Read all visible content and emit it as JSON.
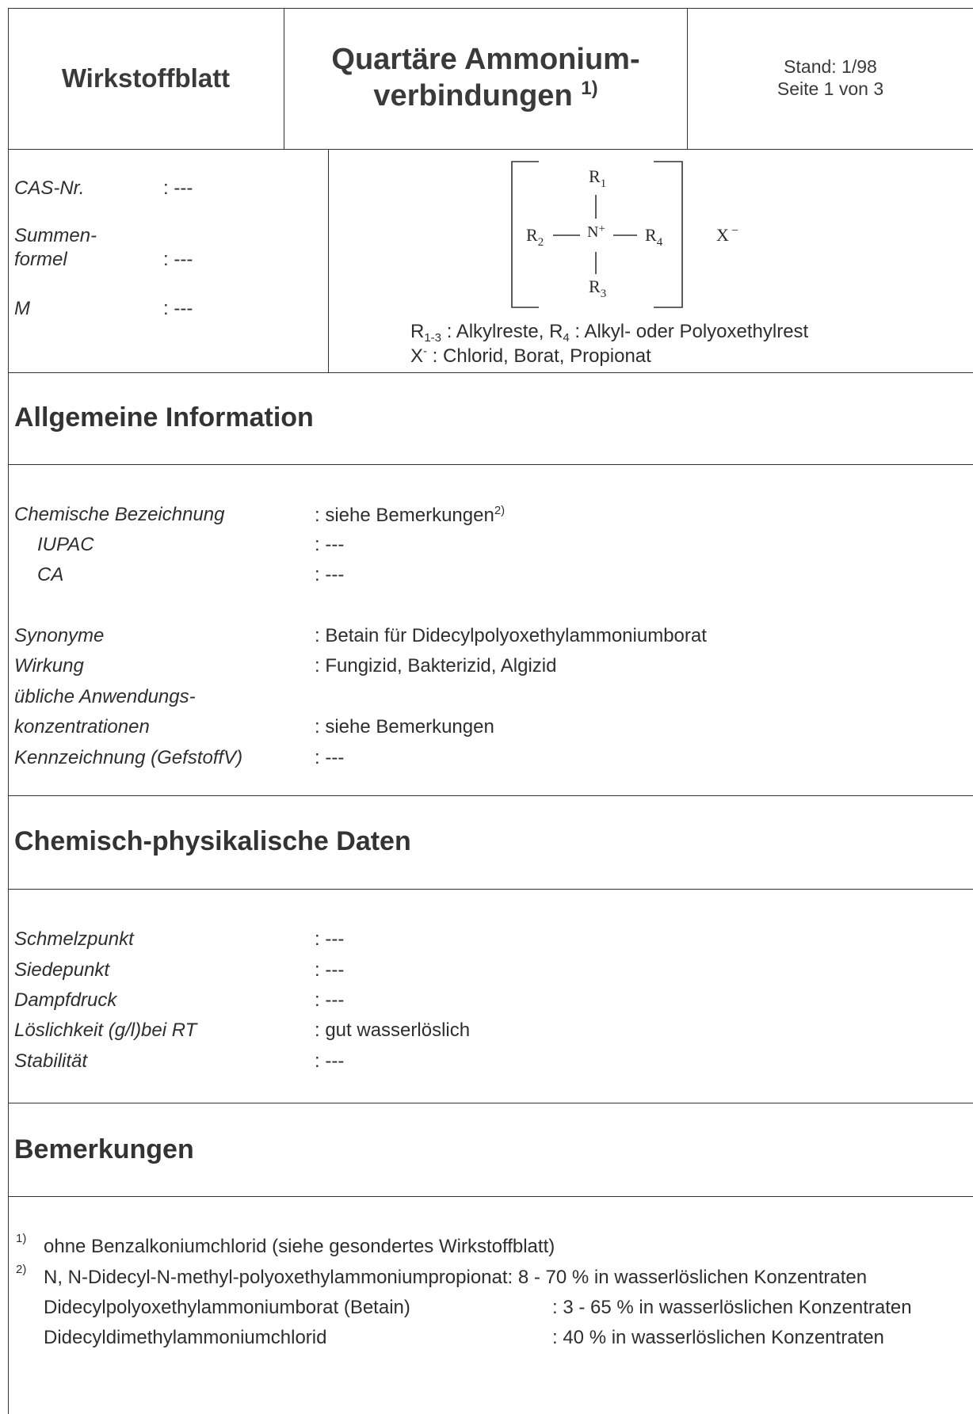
{
  "header": {
    "doc_type": "Wirkstoffblatt",
    "title_line1": "Quartäre Ammonium-",
    "title_line2": "verbindungen",
    "title_note": "1)",
    "stand": "Stand: 1/98",
    "seite": "Seite 1 von 3"
  },
  "identity": {
    "cas_label": "CAS-Nr.",
    "cas_value": ": ---",
    "summen_label_1": "Summen-",
    "summen_label_2": "formel",
    "summen_value": ": ---",
    "m_label": "M",
    "m_value": ": ---"
  },
  "structure": {
    "r1": "R",
    "r1_sub": "1",
    "r2": "R",
    "r2_sub": "2",
    "r3": "R",
    "r3_sub": "3",
    "r4": "R",
    "r4_sub": "4",
    "n": "N",
    "n_charge": "+",
    "x": "X",
    "x_charge": "−",
    "legend1_r": "R",
    "legend1_r_sub": "1-3",
    "legend1_a": " : Alkylreste, R",
    "legend1_r4_sub": "4",
    "legend1_b": " : Alkyl- oder Polyoxethylrest",
    "legend2_x": "X",
    "legend2_sup": "-",
    "legend2_b": " : Chlorid, Borat, Propionat"
  },
  "allgemeine": {
    "heading": "Allgemeine Information",
    "chem_label": "Chemische Bezeichnung",
    "chem_value": ":  siehe Bemerkungen",
    "chem_note": "2)",
    "iupac_label": "IUPAC",
    "iupac_value": ":  ---",
    "ca_label": "CA",
    "ca_value": ":  ---",
    "syn_label": "Synonyme",
    "syn_value": ":  Betain für Didecylpolyoxethylammoniumborat",
    "wirk_label": "Wirkung",
    "wirk_value": ":  Fungizid, Bakterizid, Algizid",
    "anw_label_1": "übliche Anwendungs-",
    "anw_label_2": "konzentrationen",
    "anw_value": ":   siehe Bemerkungen",
    "kenn_label": "Kennzeichnung (GefstoffV)",
    "kenn_value": ":  ---"
  },
  "physik": {
    "heading": "Chemisch-physikalische Daten",
    "schmelz_label": "Schmelzpunkt",
    "schmelz_value": ":  ---",
    "siede_label": "Siedepunkt",
    "siede_value": ":  ---",
    "dampf_label": "Dampfdruck",
    "dampf_value": ":  ---",
    "loes_label": "Löslichkeit (g/l)bei RT",
    "loes_value": ":  gut wasserlöslich",
    "stab_label": "Stabilität",
    "stab_value": ":  ---"
  },
  "bemerkungen": {
    "heading": "Bemerkungen",
    "note1_mark": "1)",
    "note1_text": "ohne Benzalkoniumchlorid (siehe gesondertes Wirkstoffblatt)",
    "note2_mark": "2)",
    "note2_text": "N, N-Didecyl-N-methyl-polyoxethylammoniumpropionat: 8 - 70 % in wasserlöslichen Konzentraten",
    "row2_label": "Didecylpolyoxethylammoniumborat (Betain)",
    "row2_value": ": 3 - 65 % in wasserlöslichen Konzentraten",
    "row3_label": "Didecyldimethylammoniumchlorid",
    "row3_value": ": 40 % in wasserlöslichen Konzentraten"
  }
}
